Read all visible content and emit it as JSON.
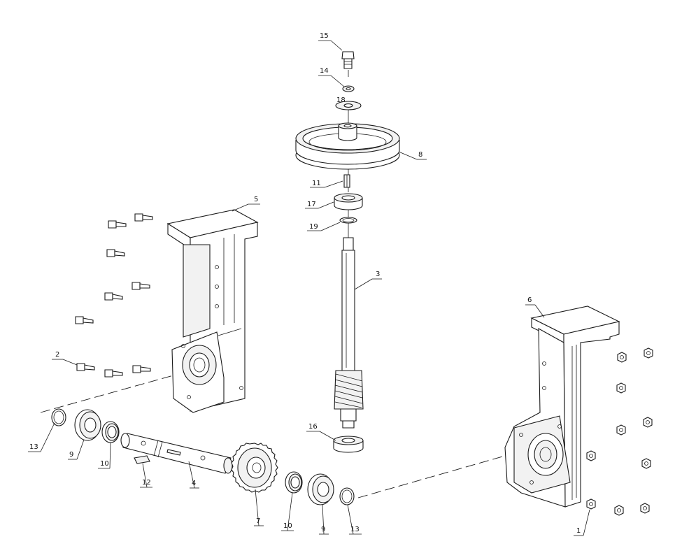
{
  "callouts": [
    {
      "id": "c15",
      "label": "15"
    },
    {
      "id": "c14",
      "label": "14"
    },
    {
      "id": "c18",
      "label": "18"
    },
    {
      "id": "c8",
      "label": "8"
    },
    {
      "id": "c11",
      "label": "11"
    },
    {
      "id": "c17",
      "label": "17"
    },
    {
      "id": "c19",
      "label": "19"
    },
    {
      "id": "c5",
      "label": "5"
    },
    {
      "id": "c3",
      "label": "3"
    },
    {
      "id": "c6",
      "label": "6"
    },
    {
      "id": "c2",
      "label": "2"
    },
    {
      "id": "c16",
      "label": "16"
    },
    {
      "id": "c13a",
      "label": "13"
    },
    {
      "id": "c9a",
      "label": "9"
    },
    {
      "id": "c10a",
      "label": "10"
    },
    {
      "id": "c12",
      "label": "12"
    },
    {
      "id": "c4",
      "label": "4"
    },
    {
      "id": "c7",
      "label": "7"
    },
    {
      "id": "c10b",
      "label": "10"
    },
    {
      "id": "c9b",
      "label": "9"
    },
    {
      "id": "c13b",
      "label": "13"
    },
    {
      "id": "c1",
      "label": "1"
    }
  ]
}
